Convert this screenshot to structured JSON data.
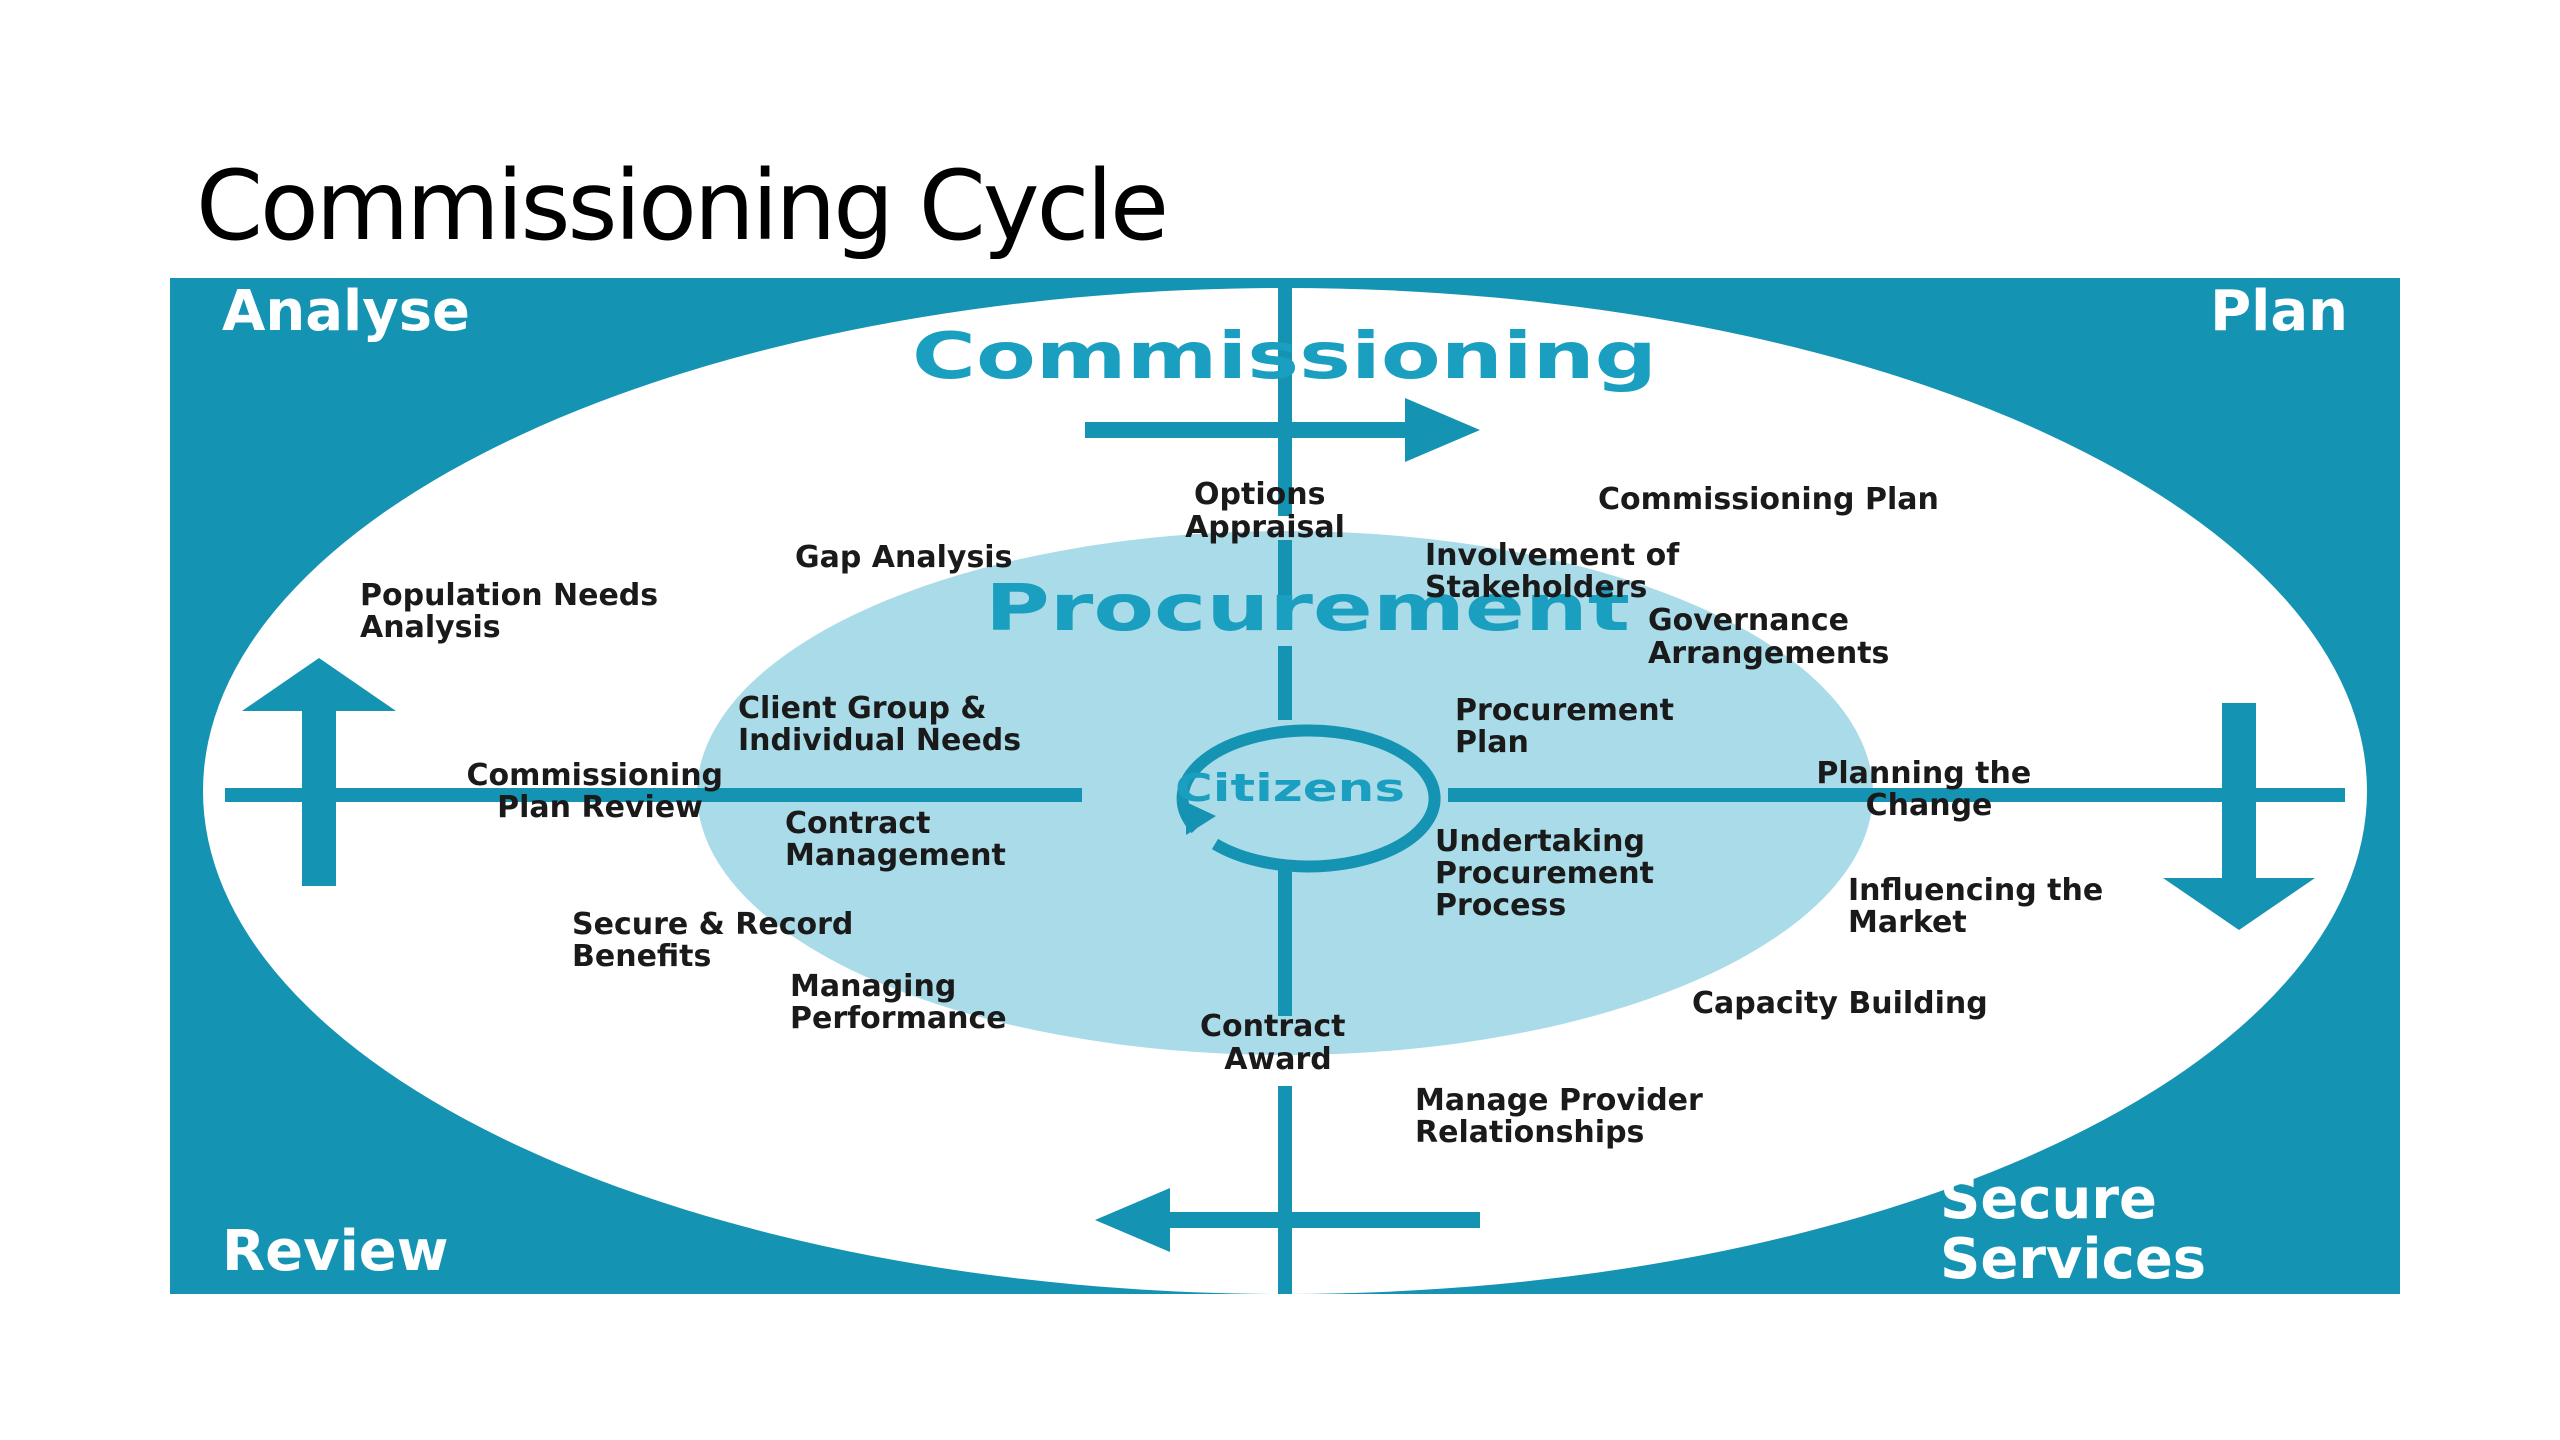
{
  "slide": {
    "title": "Commissioning Cycle"
  },
  "colors": {
    "teal": "#1493b3",
    "light_circle": "#a9dbe8",
    "accent_text": "#1a9fc0",
    "label_text": "#1a1a1a"
  },
  "corners": {
    "analyse": "Analyse",
    "plan": "Plan",
    "review": "Review",
    "secure_line1": "Secure",
    "secure_line2": "Services"
  },
  "rings": {
    "outer": "Commissioning",
    "middle": "Procurement",
    "center": "Citizens"
  },
  "labels": {
    "options_appraisal": [
      "Options",
      "Appraisal"
    ],
    "commissioning_plan": [
      "Commissioning Plan"
    ],
    "gap_analysis": [
      "Gap Analysis"
    ],
    "involvement_stakeholders": [
      "Involvement of",
      "Stakeholders"
    ],
    "population_needs": [
      "Population Needs",
      "Analysis"
    ],
    "governance": [
      "Governance",
      "Arrangements"
    ],
    "client_group": [
      "Client Group &",
      "Individual Needs"
    ],
    "procurement_plan": [
      "Procurement",
      "Plan"
    ],
    "commissioning_plan_review": [
      "Commissioning",
      "Plan Review"
    ],
    "planning_change": [
      "Planning the",
      "Change"
    ],
    "contract_management": [
      "Contract",
      "Management"
    ],
    "undertaking_procurement": [
      "Undertaking",
      "Procurement",
      "Process"
    ],
    "influencing_market": [
      "Influencing the",
      "Market"
    ],
    "secure_record": [
      "Secure & Record",
      "Benefits"
    ],
    "managing_performance": [
      "Managing",
      "Performance"
    ],
    "capacity_building": [
      "Capacity Building"
    ],
    "contract_award": [
      "Contract",
      "Award"
    ],
    "manage_provider": [
      "Manage Provider",
      "Relationships"
    ]
  }
}
